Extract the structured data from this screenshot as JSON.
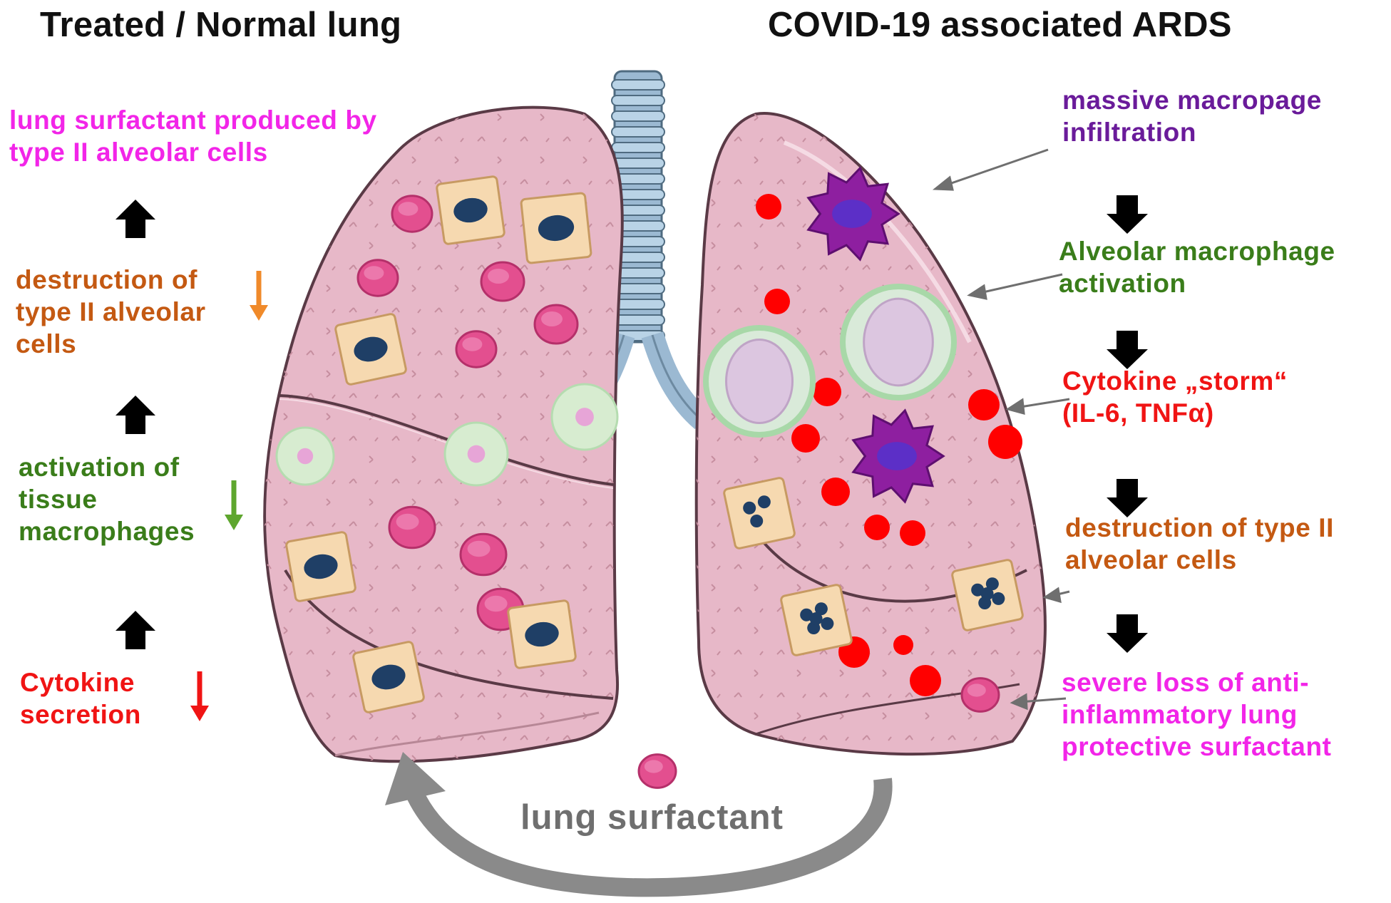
{
  "headers": {
    "left": "Treated / Normal lung",
    "right": "COVID-19 associated ARDS"
  },
  "left_labels": [
    {
      "text": "lung surfactant produced by\ntype II alveolar cells",
      "color": "#f225e8",
      "trend": ""
    },
    {
      "text": "destruction of\ntype II alveolar\ncells",
      "color": "#c45912",
      "trend": "down",
      "trend_color": "#f08a2a"
    },
    {
      "text": "activation of\ntissue\nmacrophages",
      "color": "#3a7d1a",
      "trend": "down",
      "trend_color": "#5ea62e"
    },
    {
      "text": "Cytokine\nsecretion",
      "color": "#f01414",
      "trend": "down",
      "trend_color": "#f01414"
    }
  ],
  "right_labels": [
    {
      "text": "massive macropage\ninfiltration",
      "color": "#6a1b9a"
    },
    {
      "text": "Alveolar macrophage\nactivation",
      "color": "#3a7d1a"
    },
    {
      "text": "Cytokine „storm“\n(IL-6, TNFα)",
      "color": "#f01414"
    },
    {
      "text": "destruction of type II\nalveolar cells",
      "color": "#c45912"
    },
    {
      "text": "severe loss of anti-\ninflammatory lung\nprotective surfactant",
      "color": "#f225e8"
    }
  ],
  "bottom_label": "lung surfactant",
  "colors": {
    "lung_fill": "#e9bccb",
    "lung_outline": "#5a3a46",
    "trachea": "#a9c6dd",
    "surfactant": "#e34f8f",
    "type2_cell": "#f6d9b0",
    "nucleus": "#1f3f66",
    "cytokine": "#ff0000",
    "macrophage": "#8e1fa0",
    "activated_macrophage": "#cfe9cf",
    "cycle_arrow": "#8a8a8a",
    "pathway_arrow": "#000000"
  }
}
